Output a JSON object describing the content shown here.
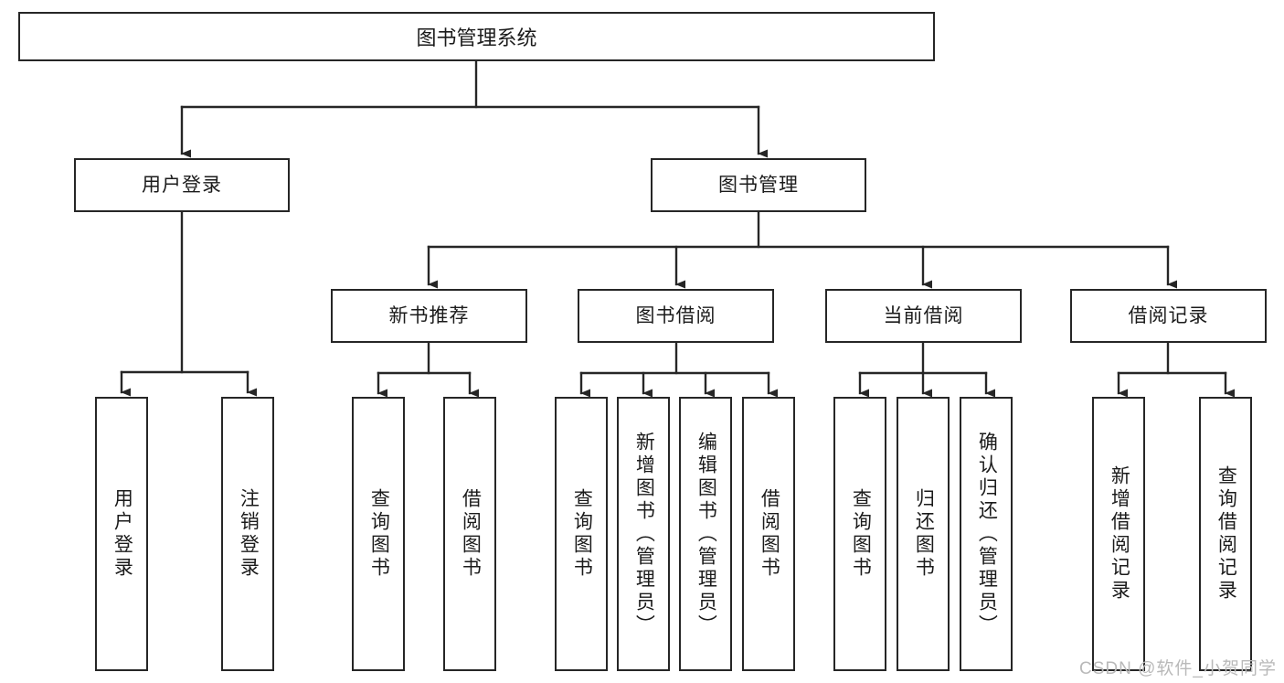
{
  "diagram": {
    "title": "图书管理系统",
    "type": "tree",
    "orientation": "top-down",
    "line_color": "#262626",
    "box_fill": "#ffffff",
    "text_color": "#1b1b1b"
  },
  "root": {
    "label": "图书管理系统"
  },
  "level1": [
    {
      "label": "用户登录"
    },
    {
      "label": "图书管理"
    }
  ],
  "level2": [
    {
      "label": "新书推荐"
    },
    {
      "label": "图书借阅"
    },
    {
      "label": "当前借阅"
    },
    {
      "label": "借阅记录"
    }
  ],
  "leaves": {
    "user_login": [
      {
        "label": "用户登录"
      },
      {
        "label": "注销登录"
      }
    ],
    "new_book_recommend": [
      {
        "label": "查询图书"
      },
      {
        "label": "借阅图书"
      }
    ],
    "book_borrow": [
      {
        "label": "查询图书"
      },
      {
        "label": "新增图书（管理员）"
      },
      {
        "label": "编辑图书（管理员）"
      },
      {
        "label": "借阅图书"
      }
    ],
    "current_borrow": [
      {
        "label": "查询图书"
      },
      {
        "label": "归还图书"
      },
      {
        "label": "确认归还（管理员）"
      }
    ],
    "borrow_record": [
      {
        "label": "新增借阅记录"
      },
      {
        "label": "查询借阅记录"
      }
    ]
  },
  "watermark": {
    "text": "CSDN @软件_小贺同学"
  }
}
